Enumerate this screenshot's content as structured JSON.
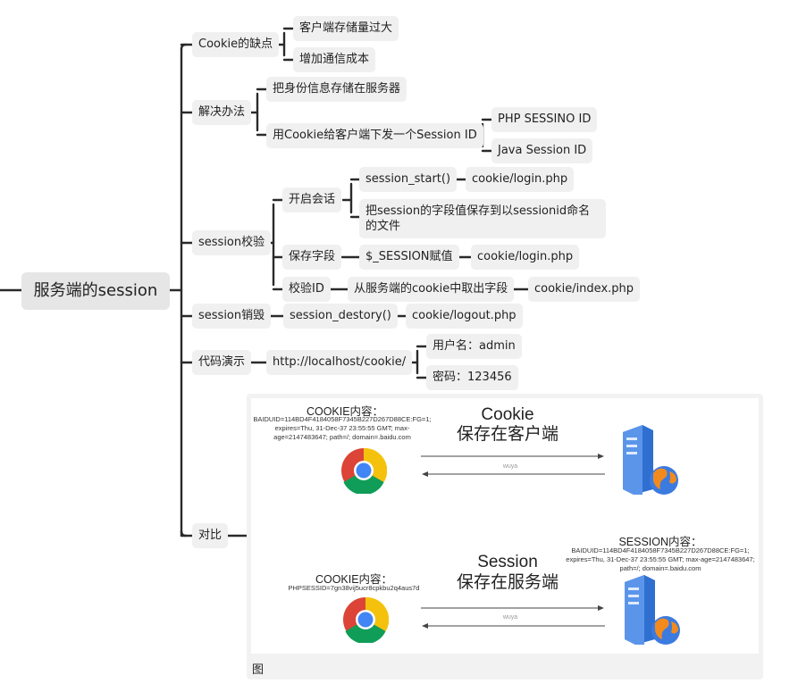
{
  "root": "服务端的session",
  "cookie_cons": {
    "label": "Cookie的缺点",
    "items": [
      "客户端存储量过大",
      "增加通信成本"
    ]
  },
  "solution": {
    "label": "解决办法",
    "item1": "把身份信息存储在服务器",
    "item2": "用Cookie给客户端下发一个Session ID",
    "ids": [
      "PHP SESSINO ID",
      "Java Session ID"
    ]
  },
  "session_check": {
    "label": "session校验",
    "open": {
      "label": "开启会话",
      "start_fn": "session_start()",
      "start_file": "cookie/login.php",
      "save_note": "把session的字段值保存到以sessionid命名的文件"
    },
    "save": {
      "label": "保存字段",
      "assign": "$_SESSION赋值",
      "file": "cookie/login.php"
    },
    "verify": {
      "label": "校验ID",
      "desc": "从服务端的cookie中取出字段",
      "file": "cookie/index.php"
    }
  },
  "destroy": {
    "label": "session销毁",
    "fn": "session_destory()",
    "file": "cookie/logout.php"
  },
  "demo": {
    "label": "代码演示",
    "url": "http://localhost/cookie/",
    "user": "用户名：admin",
    "pass": "密码：123456"
  },
  "compare": {
    "label": "对比",
    "caption": "图",
    "top": {
      "cookie_title": "COOKIE内容：",
      "cookie_value": "BAIDUID=114BD4F4184058F7345B227D267D88CE:FG=1; expires=Thu, 31-Dec-37 23:55:55 GMT; max-age=2147483647; path=/; domain=.baidu.com",
      "heading_line1": "Cookie",
      "heading_line2": "保存在客户端",
      "watermark": "wuya"
    },
    "bottom": {
      "cookie_title": "COOKIE内容：",
      "cookie_value": "PHPSESSID=7gn38vij5ucr8cpkbu2q4aus7d",
      "heading_line1": "Session",
      "heading_line2": "保存在服务端",
      "session_title": "SESSION内容：",
      "session_value": "BAIDUID=114BD4F4184058F7345B227D267D88CE:FG=1; expires=Thu, 31-Dec-37 23:55:55 GMT; max-age=2147483647; path=/; domain=.baidu.com",
      "watermark": "wuya"
    }
  },
  "colors": {
    "node_bg": "#f0f0f0",
    "line": "#2a2a2a",
    "chrome_red": "#db4437",
    "chrome_yellow": "#f4c20d",
    "chrome_green": "#0f9d58",
    "chrome_blue": "#4285f4",
    "server_blue": "#2f6fd0",
    "globe_orange": "#f28a1e"
  }
}
